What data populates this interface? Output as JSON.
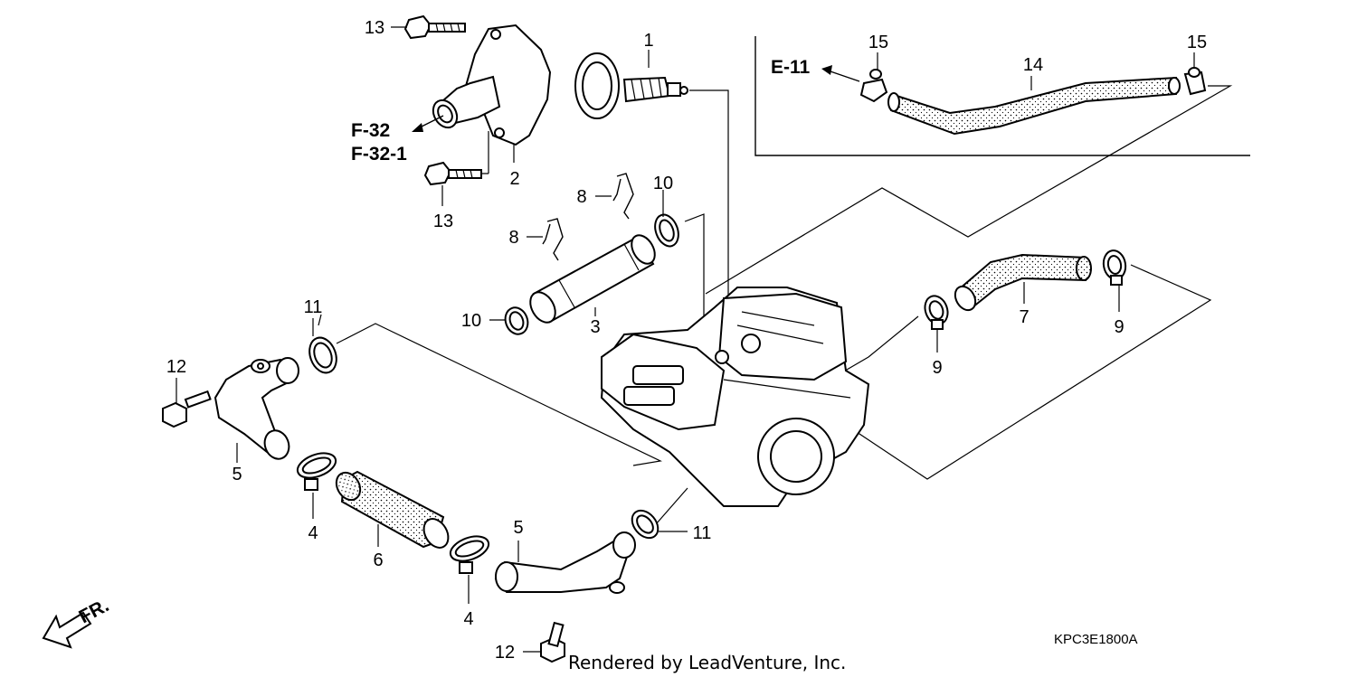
{
  "callouts": {
    "p1": "1",
    "p2": "2",
    "p3": "3",
    "p4a": "4",
    "p4b": "4",
    "p5a": "5",
    "p5b": "5",
    "p6": "6",
    "p7": "7",
    "p8a": "8",
    "p8b": "8",
    "p9a": "9",
    "p9b": "9",
    "p10a": "10",
    "p10b": "10",
    "p11a": "11",
    "p11b": "11",
    "p12a": "12",
    "p12b": "12",
    "p13a": "13",
    "p13b": "13",
    "p14": "14",
    "p15a": "15",
    "p15b": "15"
  },
  "references": {
    "f32": "F-32",
    "f321": "F-32-1",
    "e11": "E-11"
  },
  "direction": {
    "fr": "FR."
  },
  "diagram_code": "KPC3E1800A",
  "credit": "Rendered by LeadVenture, Inc."
}
